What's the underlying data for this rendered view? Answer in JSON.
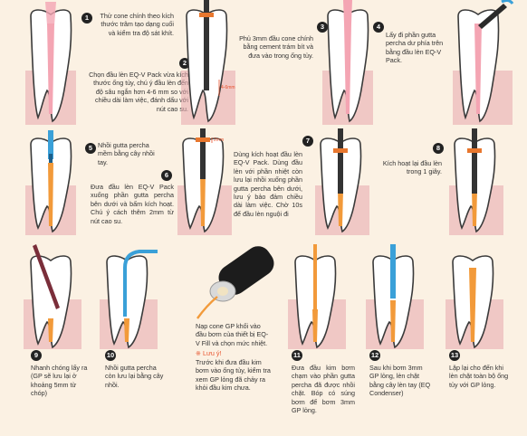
{
  "steps": [
    {
      "n": "1",
      "text": "Thử cone chính theo kích thước trâm tạo dạng cuối và kiểm tra độ sát khít."
    },
    {
      "n": "2",
      "text": "Chọn đầu lèn EQ-V Pack vừa kích thước ống tủy, chú ý đầu lèn đến độ sâu ngắn hơn 4-6 mm so với chiều dài làm việc, đánh dấu với nút cao su."
    },
    {
      "n": "3",
      "text": "Phủ 3mm đầu cone chính bằng cement trám bít và đưa vào trong ống tủy."
    },
    {
      "n": "4",
      "text": "Lấy đi phần gutta percha dư phía trên bằng đầu lèn EQ-V Pack."
    },
    {
      "n": "5",
      "text": "Nhồi gutta percha mềm bằng cây nhồi tay."
    },
    {
      "n": "6",
      "text": "Đưa đầu lèn EQ-V Pack xuống phần gutta percha bên dưới và bấm kích hoạt. Chú ý cách thêm 2mm từ nút cao su."
    },
    {
      "n": "7",
      "text": "Dùng kích hoạt đầu lèn EQ-V Pack. Dùng đầu lèn với phần nhiệt còn lưu lại nhồi xuống phần gutta percha bên dưới, lưu ý bảo đảm chiều dài làm việc. Chờ 10s để đầu lèn nguội đi"
    },
    {
      "n": "8",
      "text": "Kích hoạt lại đầu lèn trong 1 giây."
    },
    {
      "n": "9",
      "text": "Nhanh chóng lấy ra (GP sẽ lưu lại ở khoảng 5mm từ chóp)"
    },
    {
      "n": "10",
      "text": "Nhồi gutta percha còn lưu lại bằng cây nhồi."
    },
    {
      "n": "11",
      "text": "Đưa đầu kim bơm chạm vào phần gutta percha đã được nhồi chặt. Bóp có súng bơm để bơm 3mm GP lỏng."
    },
    {
      "n": "12",
      "text": "Sau khi bơm 3mm GP lỏng, lèn chặt bằng cây lèn tay (EQ Condenser)"
    },
    {
      "n": "13",
      "text": "Lặp lại cho đến khi lèn chặt toàn bộ ống tủy với GP lỏng."
    }
  ],
  "fill_note": {
    "main": "Nạp cone GP khối vào đầu bơm của thiết bị EQ-V Fill và chọn mức nhiệt.",
    "warn_label": "※ Lưu ý!",
    "warn_text": "Trước khi đưa đầu kim bơm vào ống tủy, kiểm tra xem GP lỏng đã chảy ra khỏi đầu kim chưa."
  },
  "annotations": {
    "depth": "4-6mm",
    "gap": "2mm"
  },
  "colors": {
    "gum": "#e7a5ad",
    "tooth_outline": "#3a3a3a",
    "gp_orange": "#f29a3a",
    "gp_pink": "#f4a5b3",
    "tool_blue": "#3aa0d8",
    "stopper": "#e8772e",
    "background": "#fbf1e3",
    "warn": "#e8542e"
  }
}
